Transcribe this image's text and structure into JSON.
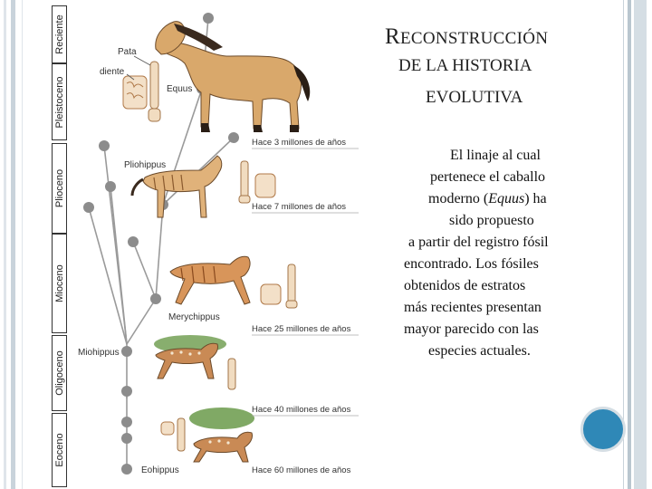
{
  "title": {
    "cap": "R",
    "line1_rest": "ECONSTRUCCIÓN",
    "line2": "DE LA HISTORIA",
    "line3": "EVOLUTIVA"
  },
  "body": {
    "l1": "El linaje al cual",
    "l2": "pertenece el caballo",
    "l3_a": "moderno (",
    "l3_b": "Equus",
    "l3_c": ") ha",
    "l4": "sido propuesto",
    "l5": "a partir del registro fósil",
    "l6": "encontrado. Los fósiles",
    "l7": "obtenidos de estratos",
    "l8": "más recientes presentan",
    "l9": "mayor parecido con las",
    "l10": "especies actuales."
  },
  "figure": {
    "eras": [
      "Reciente",
      "Pleistoceno",
      "Plioceno",
      "Mioceno",
      "Oligoceno",
      "Eoceno"
    ],
    "labels": {
      "pata": "Pata",
      "diente": "diente",
      "equus": "Equus",
      "pliohippus": "Pliohippus",
      "merychippus": "Merychippus",
      "miohippus": "Miohippus",
      "eohippus": "Eohippus"
    },
    "times": {
      "t3": "Hace 3 millones de años",
      "t7": "Hace 7 millones de años",
      "t25": "Hace 25 millones de años",
      "t40": "Hace 40 millones de años",
      "t60": "Hace 60 millones de años"
    }
  },
  "colors": {
    "accent_circle": "#2f88b7",
    "node_gray": "#8c8c8c",
    "horse_tan": "#d9a86b"
  }
}
